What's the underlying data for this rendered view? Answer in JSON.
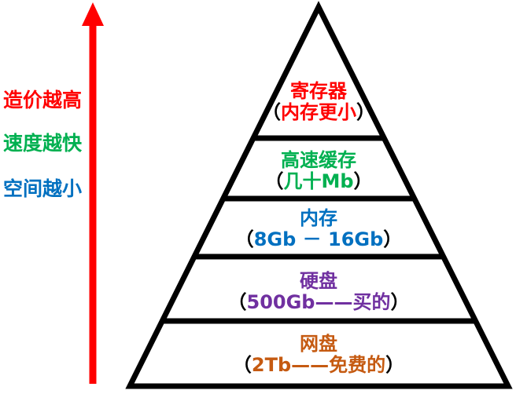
{
  "diagram": {
    "title_semantic": "memory-hierarchy-pyramid",
    "background": "#ffffff",
    "outline_color": "#000000"
  },
  "arrow": {
    "color": "#ff0000",
    "direction": "up"
  },
  "side_labels": [
    {
      "text": "造价越高",
      "color": "#ff0000"
    },
    {
      "text": "速度越快",
      "color": "#00b050"
    },
    {
      "text": "空间越小",
      "color": "#0070c0"
    }
  ],
  "punct": {
    "open": "（",
    "close": "）"
  },
  "pyramid": {
    "levels": [
      {
        "title": "寄存器",
        "sub": "内存更小",
        "color": "#ff0000"
      },
      {
        "title": "高速缓存",
        "sub": "几十Mb",
        "color": "#00b050"
      },
      {
        "title": "内存",
        "sub": "8Gb － 16Gb",
        "color": "#0070c0"
      },
      {
        "title": "硬盘",
        "sub": "500Gb——买的",
        "color": "#7030a0"
      },
      {
        "title": "网盘",
        "sub": "2Tb——免费的",
        "color": "#c55a11"
      }
    ]
  }
}
